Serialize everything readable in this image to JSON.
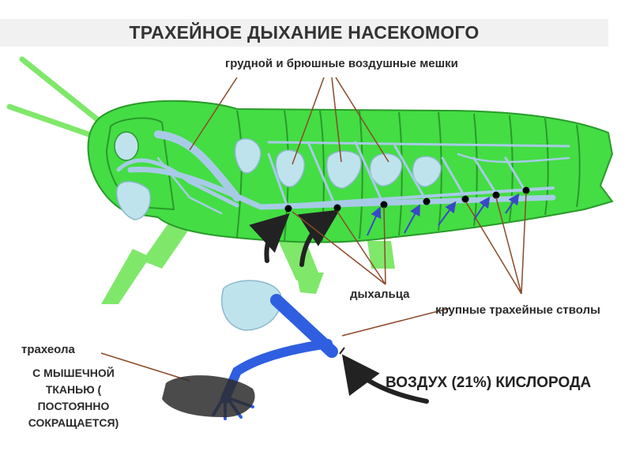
{
  "title": "ТРАХЕЙНОЕ ДЫХАНИЕ НАСЕКОМОГО",
  "labels": {
    "air_sacs": "грудной и брюшные воздушные мешки",
    "spiracles": "дыхальца",
    "trunks": "крупные трахейные стволы",
    "tracheole": "трахеола",
    "muscle": "С МЫШЕЧНОЙ ТКАНЬЮ ( ПОСТОЯННО СОКРАЩАЕТСЯ)",
    "air": "ВОЗДУХ (21%) КИСЛОРОДА"
  },
  "colors": {
    "body_green": "#44dd44",
    "body_dark": "#2a9a2a",
    "leg_green": "#7fe86a",
    "air_sac": "#bfe3ec",
    "trachea_light": "#a7cbe6",
    "trachea_blue": "#2f5fe0",
    "arrow_dark": "#222222",
    "pointer_brown": "#8a4a2a"
  },
  "icons": [
    "grasshopper-illustration",
    "air-sac-shape",
    "trachea-tube",
    "curved-arrow-icon",
    "spiracle-dot",
    "muscle-tissue"
  ]
}
